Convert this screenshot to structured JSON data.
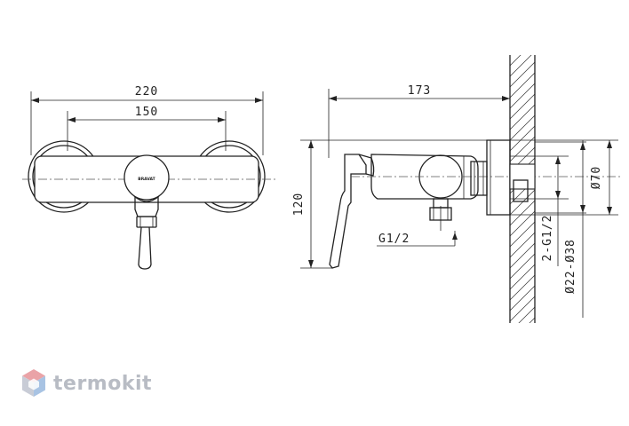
{
  "dimensions": {
    "front_width_total": "220",
    "front_width_mount": "150",
    "side_depth": "173",
    "side_height": "120",
    "outlet_thread": "G1/2",
    "inlet_thread": "2-G1/2",
    "diameter_70": "Ø70",
    "diameter_22_38": "Ø22-Ø38"
  },
  "brand_plate": "BRAVAT",
  "watermark": {
    "text": "termokit",
    "color_top": "#e8a4a8",
    "color_right": "#a9c4e4",
    "color_left": "#c9cdd6"
  }
}
